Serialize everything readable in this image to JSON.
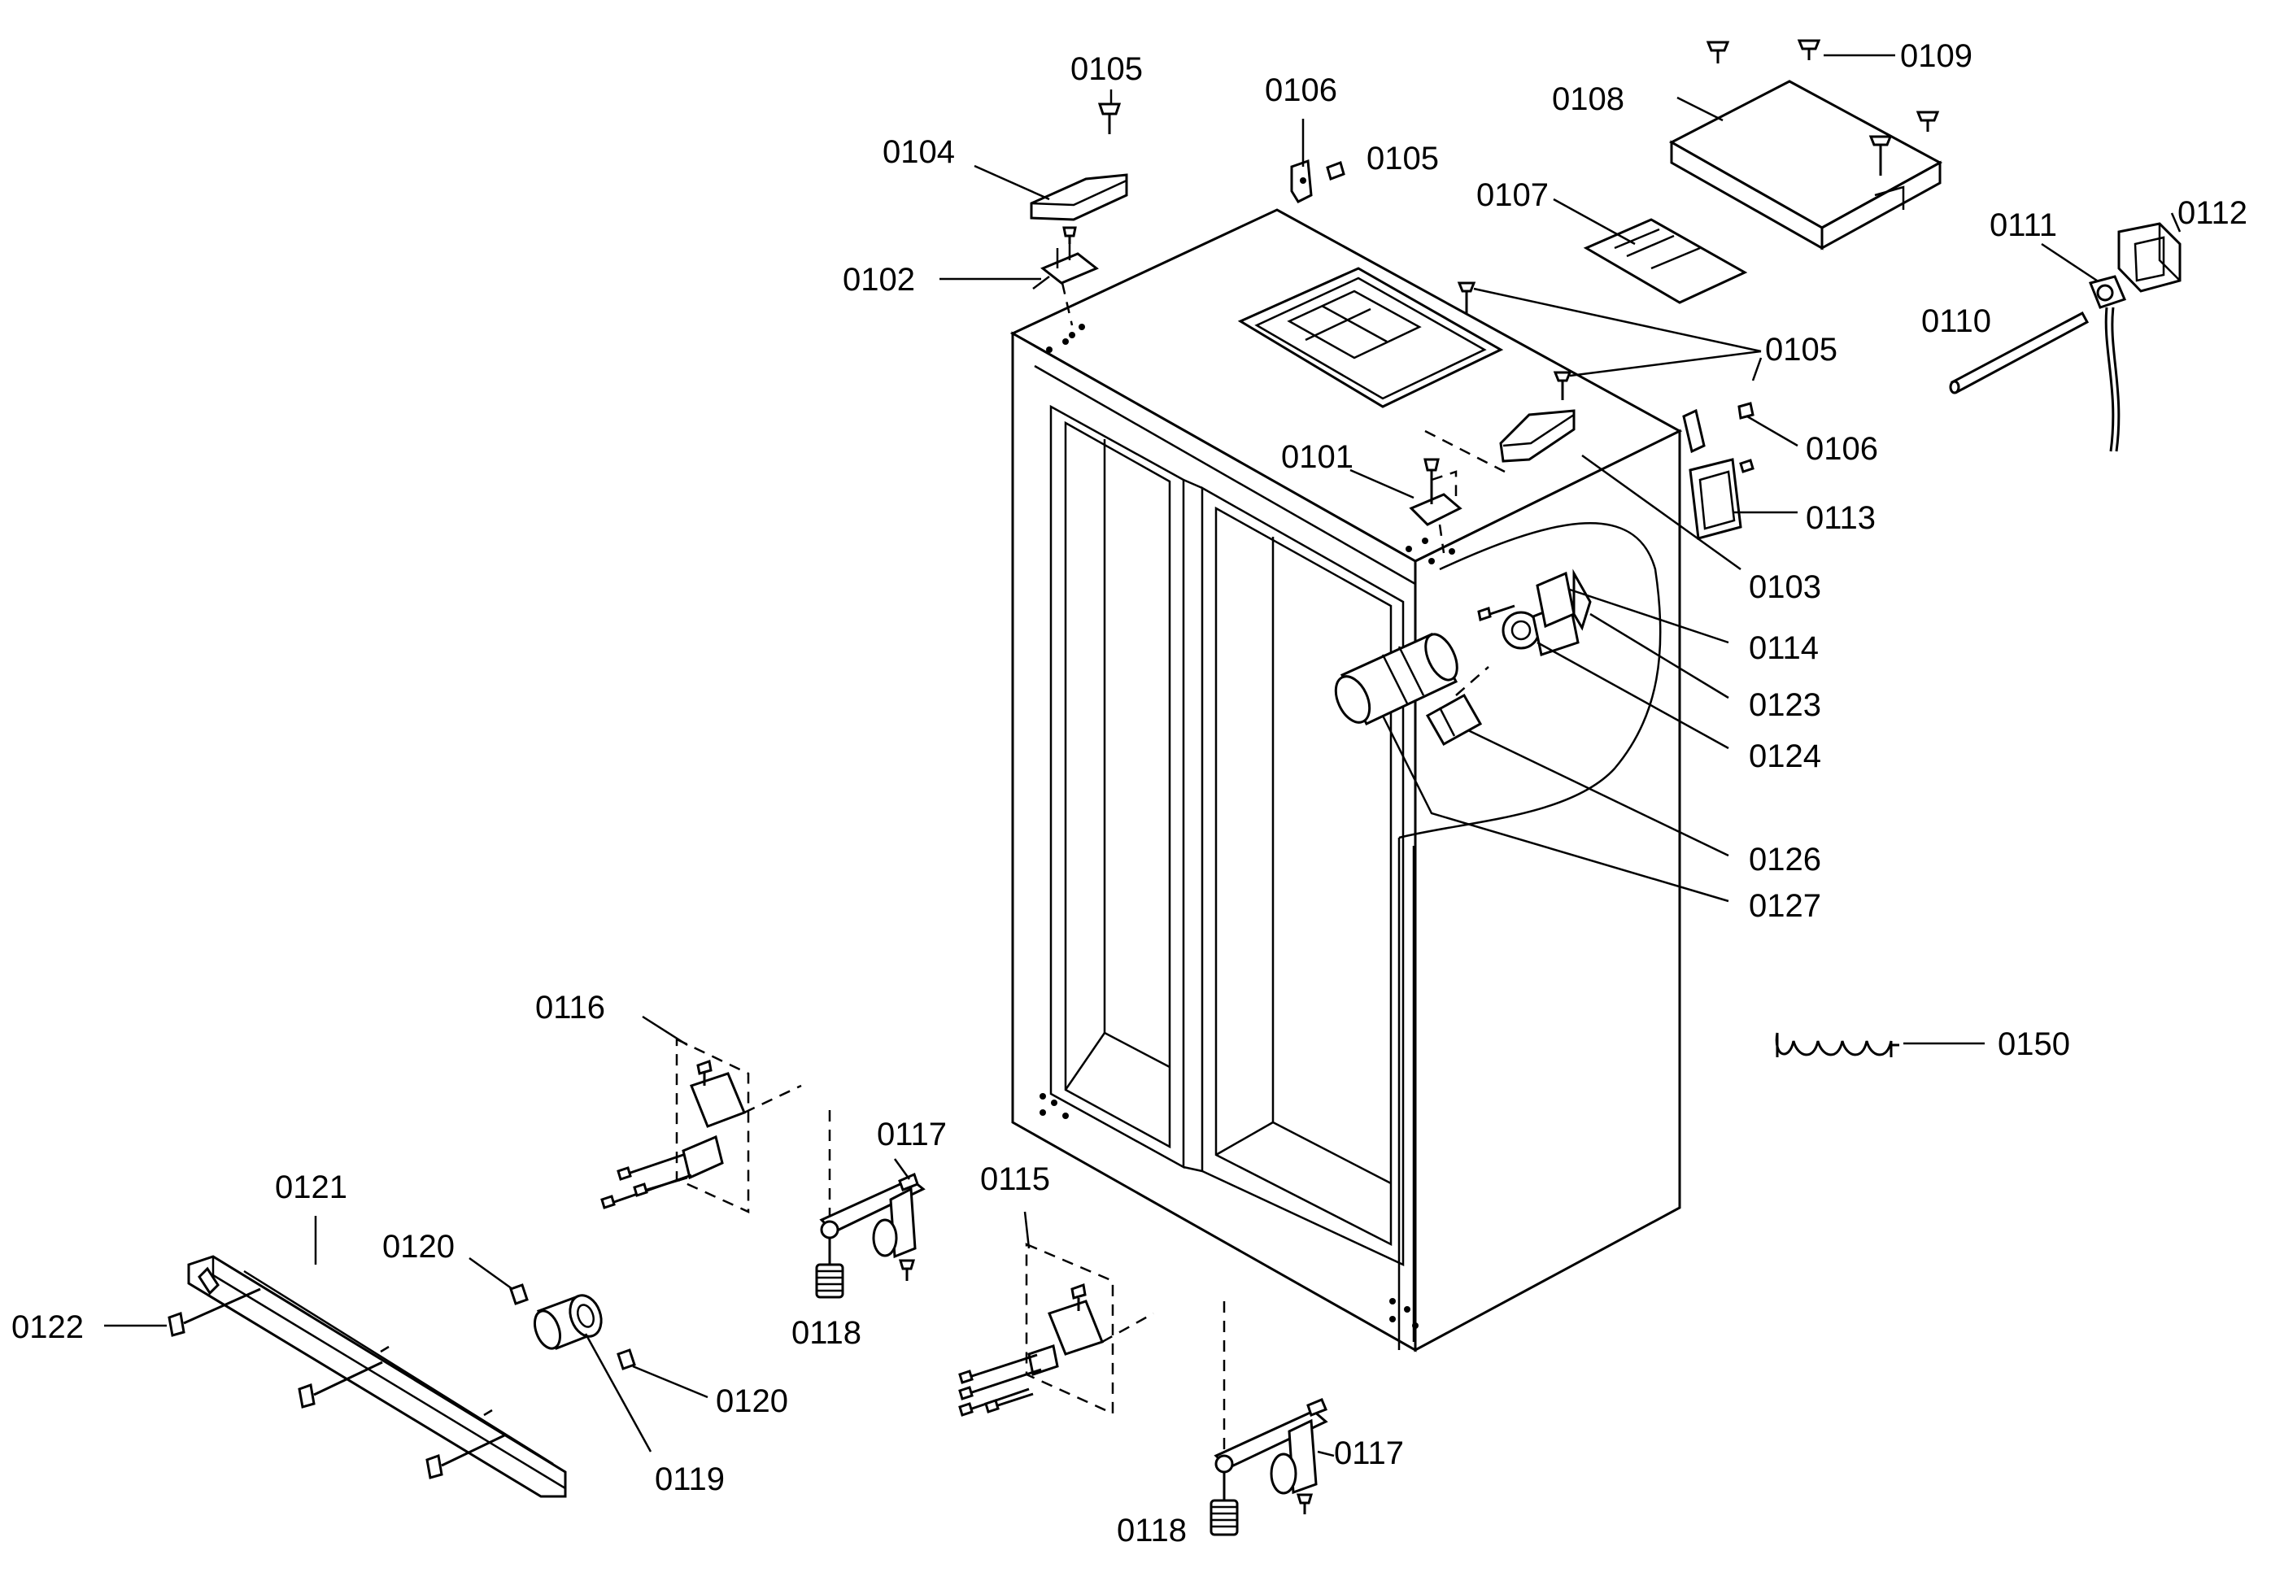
{
  "diagram": {
    "labels": {
      "l0101": "0101",
      "l0102": "0102",
      "l0103": "0103",
      "l0104": "0104",
      "l0105a": "0105",
      "l0105b": "0105",
      "l0105c": "0105",
      "l0106a": "0106",
      "l0106b": "0106",
      "l0107": "0107",
      "l0108": "0108",
      "l0109": "0109",
      "l0110": "0110",
      "l0111": "0111",
      "l0112": "0112",
      "l0113": "0113",
      "l0114": "0114",
      "l0115": "0115",
      "l0116": "0116",
      "l0117a": "0117",
      "l0117b": "0117",
      "l0118a": "0118",
      "l0118b": "0118",
      "l0119": "0119",
      "l0120a": "0120",
      "l0120b": "0120",
      "l0121": "0121",
      "l0122": "0122",
      "l0123": "0123",
      "l0124": "0124",
      "l0126": "0126",
      "l0127": "0127",
      "l0150": "0150"
    }
  }
}
